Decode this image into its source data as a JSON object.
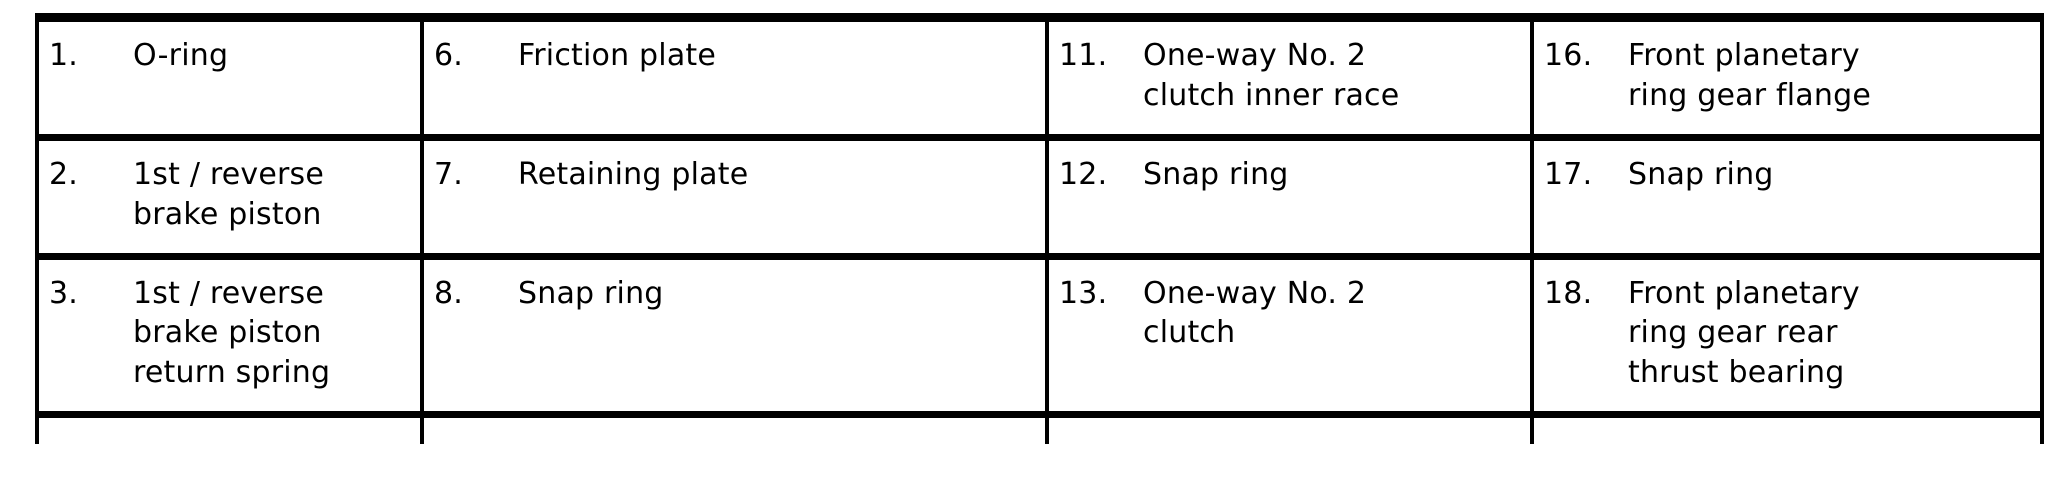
{
  "document": {
    "kind": "parts-legend-table",
    "columns": 4,
    "visible_rows": 3,
    "partial_bottom_row": true,
    "colors": {
      "rule": "#000000",
      "text": "#000000",
      "background": "#ffffff"
    }
  },
  "table": {
    "rows": [
      {
        "cells": [
          {
            "number": "1.",
            "name": "O-ring"
          },
          {
            "number": "6.",
            "name": "Friction plate"
          },
          {
            "number": "11.",
            "name": "One-way No. 2\nclutch inner race"
          },
          {
            "number": "16.",
            "name": "Front planetary\nring gear flange"
          }
        ]
      },
      {
        "cells": [
          {
            "number": "2.",
            "name": "1st / reverse\nbrake piston"
          },
          {
            "number": "7.",
            "name": "Retaining plate"
          },
          {
            "number": "12.",
            "name": "Snap ring"
          },
          {
            "number": "17.",
            "name": "Snap ring"
          }
        ]
      },
      {
        "cells": [
          {
            "number": "3.",
            "name": "1st / reverse\nbrake piston\nreturn spring"
          },
          {
            "number": "8.",
            "name": "Snap ring"
          },
          {
            "number": "13.",
            "name": "One-way No. 2\nclutch"
          },
          {
            "number": "18.",
            "name": "Front planetary\nring gear rear\nthrust bearing"
          }
        ]
      }
    ]
  }
}
